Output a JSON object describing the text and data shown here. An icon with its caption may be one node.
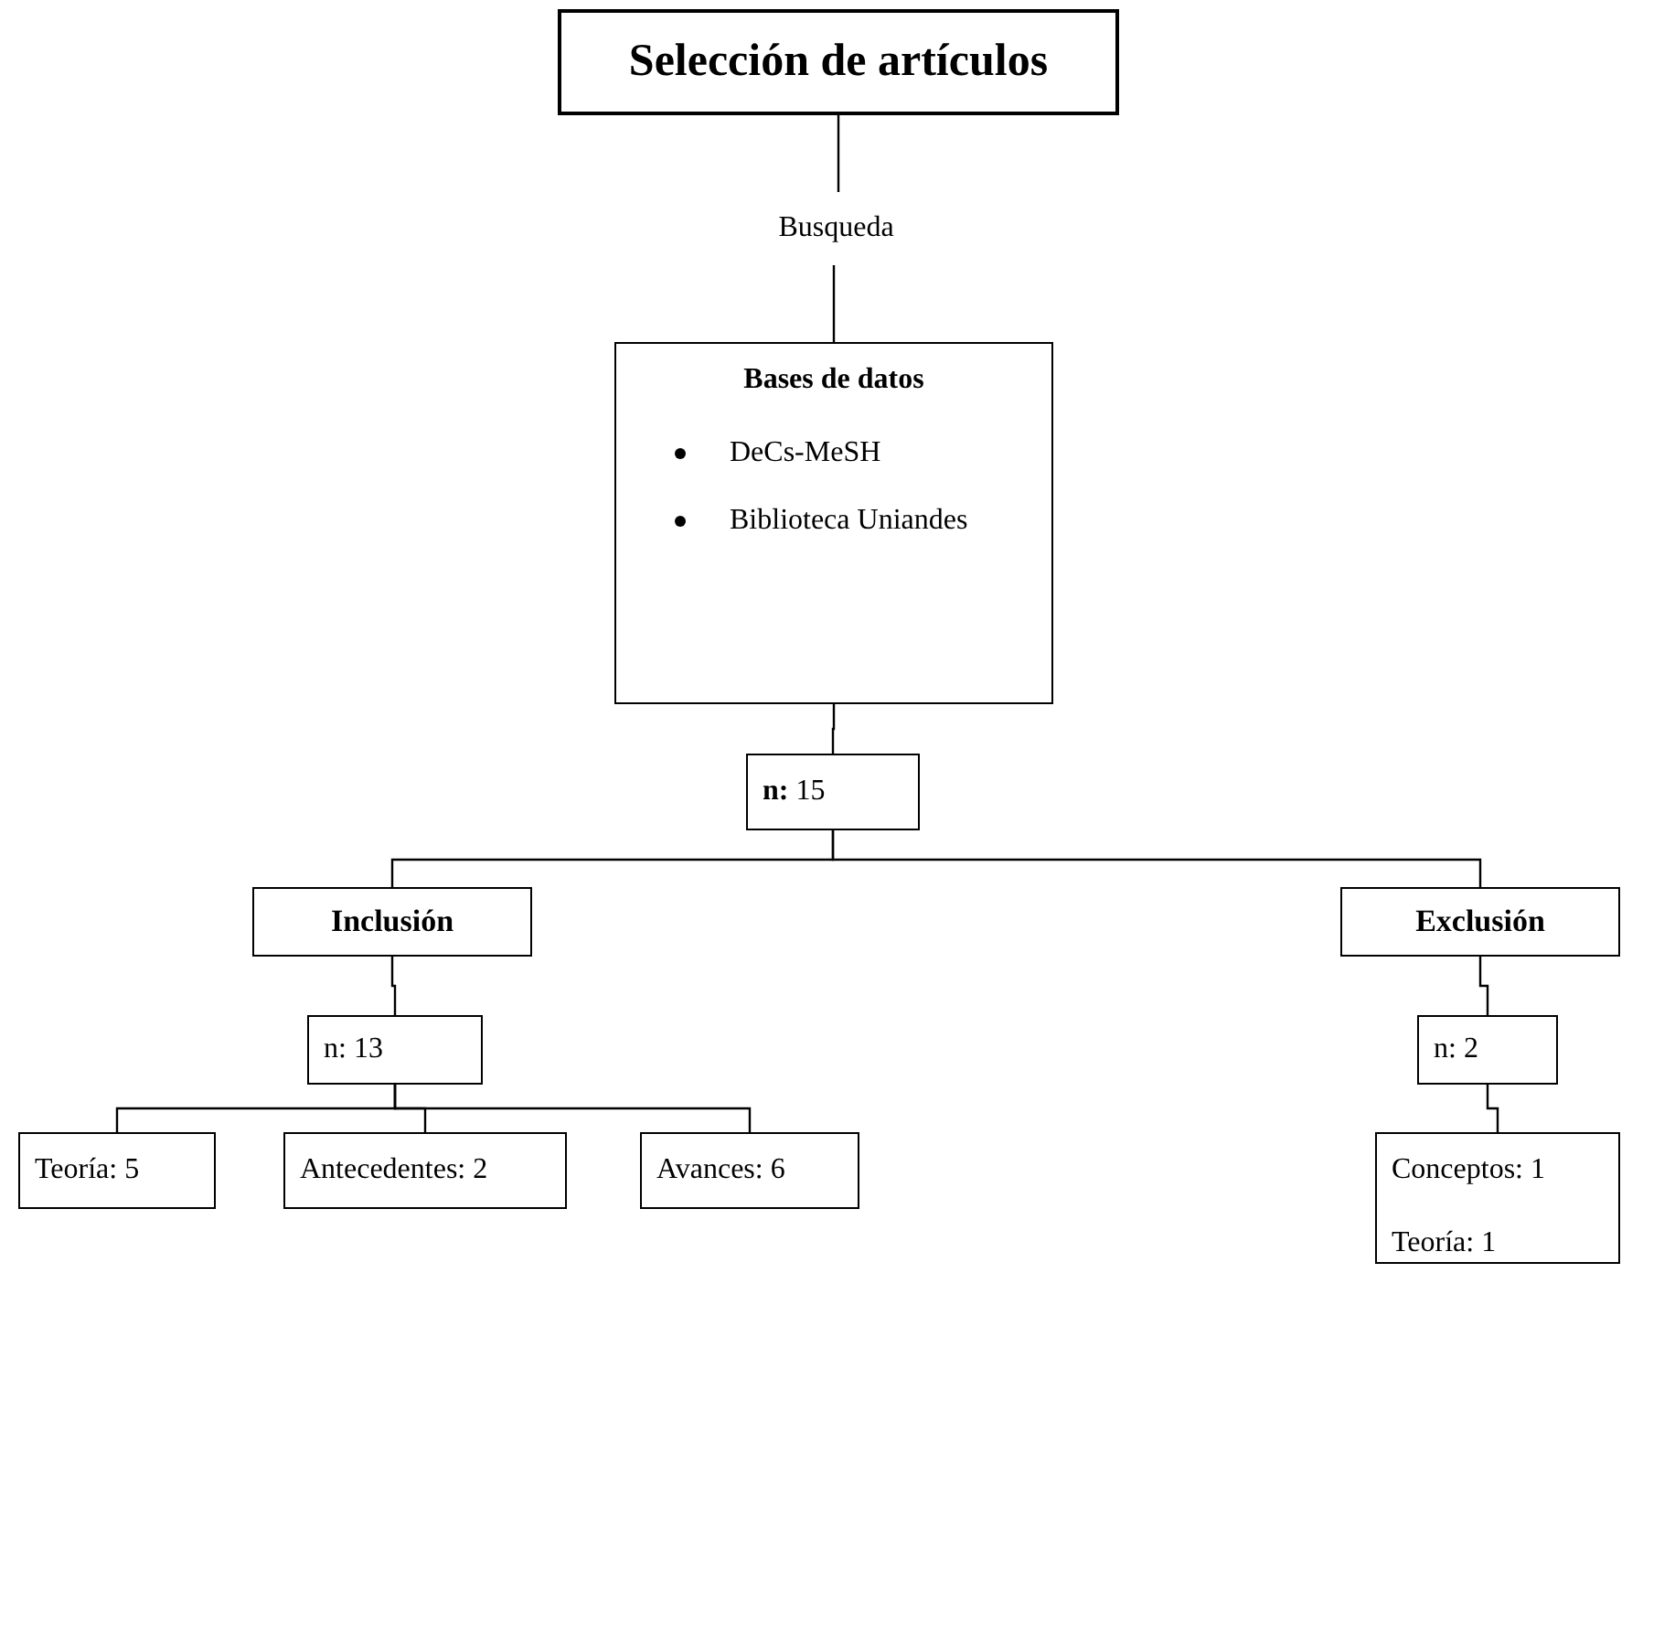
{
  "diagram": {
    "nodes": [
      {
        "text": [
          "Selección de artículos"
        ]
      },
      {
        "text": [
          "Bases de datos",
          "DeCs-MeSH",
          "Biblioteca Uniandes"
        ]
      },
      {
        "text": [
          "**n:** 15"
        ]
      },
      {
        "text": [
          "Inclusión"
        ]
      },
      {
        "text": [
          "Exclusión"
        ]
      },
      {
        "text": [
          "n: 13"
        ]
      },
      {
        "text": [
          "n: 2"
        ]
      },
      {
        "text": [
          "Teoría: 5"
        ]
      },
      {
        "text": [
          "Antecedentes: 2"
        ]
      },
      {
        "text": [
          "Avances: 6"
        ]
      },
      {
        "text": [
          "Conceptos: 1",
          "Teoría: 1"
        ]
      }
    ],
    "edges": [
      {
        "from": 0,
        "to": 1,
        "arrow": "none",
        "label": "Busqueda"
      },
      {
        "from": 1,
        "to": 2,
        "arrow": "none"
      },
      {
        "from": 2,
        "to": 3,
        "arrow": "none"
      },
      {
        "from": 2,
        "to": 4,
        "arrow": "none"
      },
      {
        "from": 3,
        "to": 5,
        "arrow": "none"
      },
      {
        "from": 4,
        "to": 6,
        "arrow": "none"
      },
      {
        "from": 5,
        "to": 7,
        "arrow": "none"
      },
      {
        "from": 5,
        "to": 8,
        "arrow": "none"
      },
      {
        "from": 5,
        "to": 9,
        "arrow": "none"
      },
      {
        "from": 6,
        "to": 10,
        "arrow": "none"
      }
    ]
  }
}
